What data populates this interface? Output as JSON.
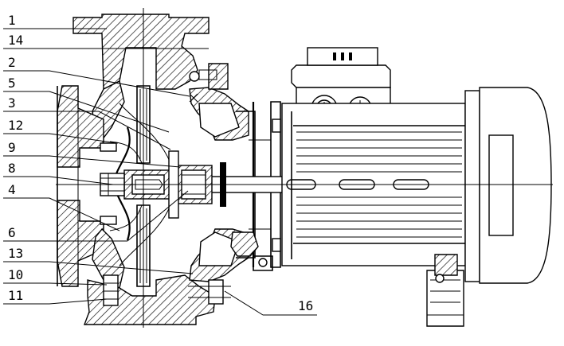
{
  "callouts": [
    {
      "id": "c1",
      "label": "1"
    },
    {
      "id": "c14",
      "label": "14"
    },
    {
      "id": "c2",
      "label": "2"
    },
    {
      "id": "c5",
      "label": "5"
    },
    {
      "id": "c3",
      "label": "3"
    },
    {
      "id": "c12",
      "label": "12"
    },
    {
      "id": "c9",
      "label": "9"
    },
    {
      "id": "c8",
      "label": "8"
    },
    {
      "id": "c4",
      "label": "4"
    },
    {
      "id": "c6",
      "label": "6"
    },
    {
      "id": "c13",
      "label": "13"
    },
    {
      "id": "c10",
      "label": "10"
    },
    {
      "id": "c11",
      "label": "11"
    },
    {
      "id": "c16",
      "label": "16"
    }
  ],
  "colors": {
    "line": "#000000",
    "background": "#ffffff"
  }
}
